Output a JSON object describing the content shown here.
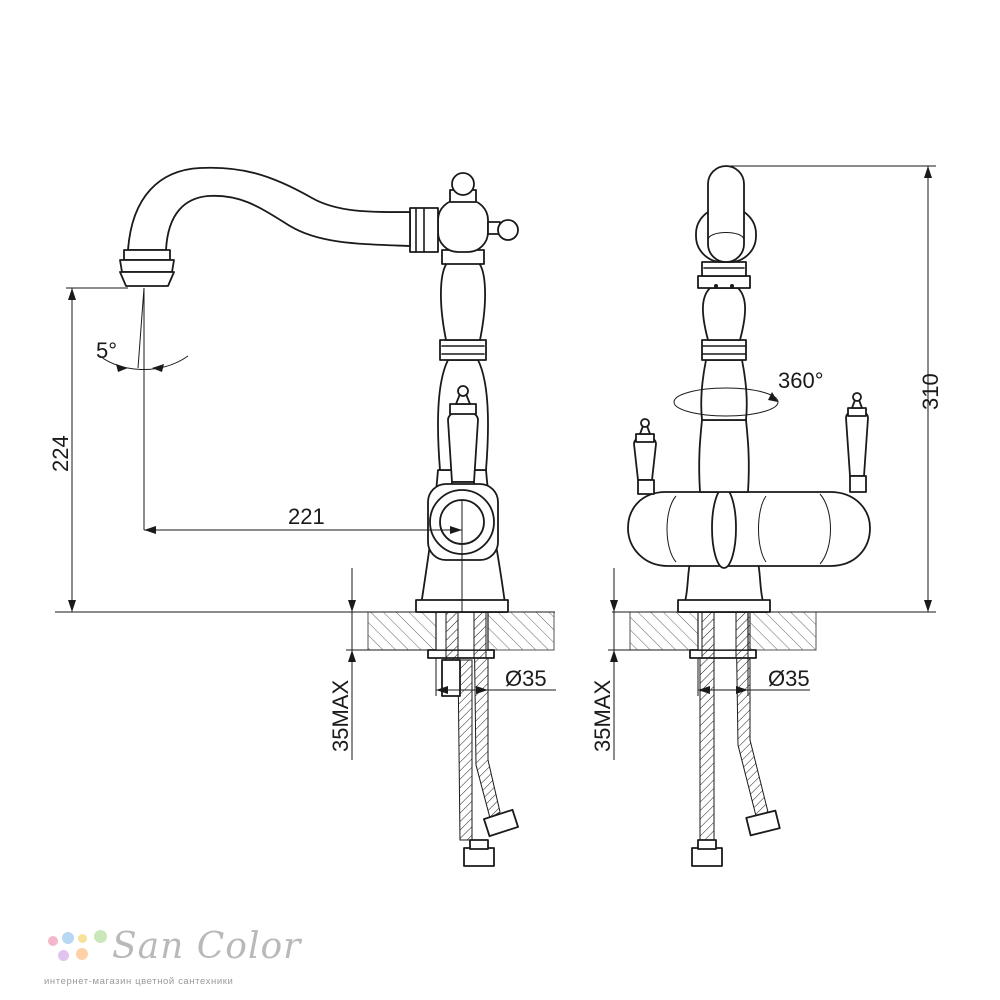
{
  "dimensions": {
    "spout_angle": "5°",
    "spout_height": "224",
    "spout_reach": "221",
    "rotation": "360°",
    "total_height": "310",
    "diameter_left": "Ø35",
    "diameter_right": "Ø35",
    "counter_max_left": "35MAX",
    "counter_max_right": "35MAX"
  },
  "brand": {
    "name": "San Color",
    "tagline": "интернет-магазин цветной сантехники",
    "logo_colors": [
      "#f4b6c8",
      "#b7d8f2",
      "#f7e29a",
      "#c9e7b8",
      "#e0c3ef",
      "#ffd1a8"
    ]
  }
}
